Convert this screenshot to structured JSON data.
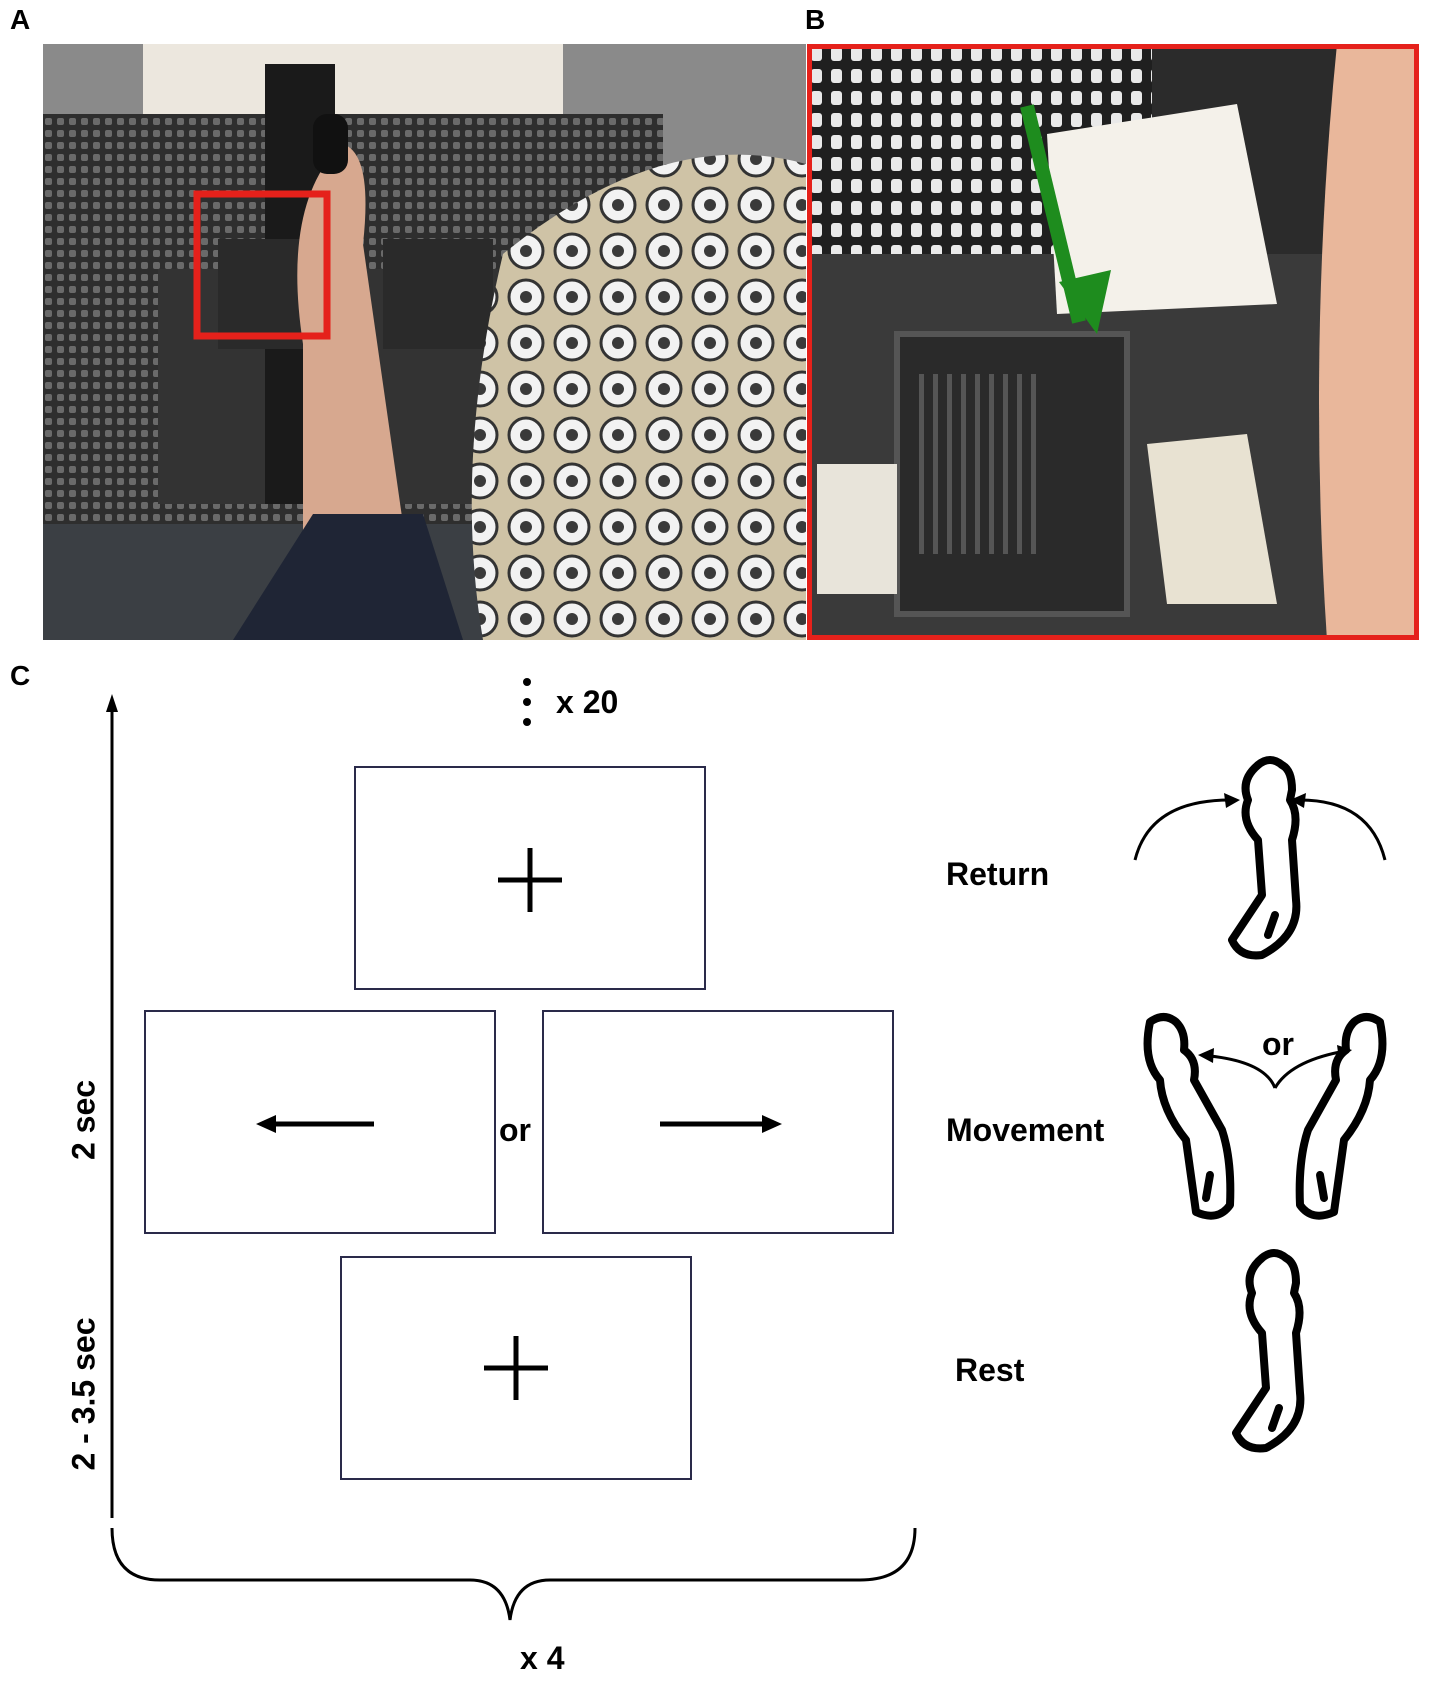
{
  "panels": {
    "a": {
      "label": "A"
    },
    "b": {
      "label": "B"
    },
    "c": {
      "label": "C"
    }
  },
  "timeline": {
    "repeat_top": "x 20",
    "repeat_bottom": "x 4",
    "duration_upper": "2 sec",
    "duration_lower": "2 - 3.5 sec"
  },
  "screens": {
    "or_between": "or"
  },
  "phases": {
    "return": "Return",
    "movement": "Movement",
    "movement_or": "or",
    "rest": "Rest"
  },
  "colors": {
    "highlight_box": "#e5211b",
    "direction_arrow": "#1e8c1e"
  }
}
